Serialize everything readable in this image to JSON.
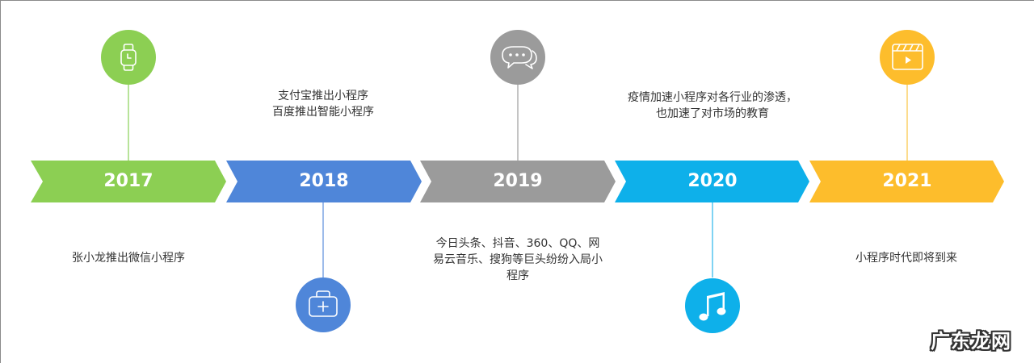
{
  "timeline": {
    "stages": [
      {
        "year": "2017",
        "color": "#8ccf53",
        "line_color": "#b8e39a",
        "icon": "smartwatch-icon",
        "icon_position": "top",
        "text_position": "bottom",
        "text_lines": [
          "张小龙推出微信小程序"
        ]
      },
      {
        "year": "2018",
        "color": "#4f86d9",
        "line_color": "#9dbbea",
        "icon": "medical-kit-icon",
        "icon_position": "bottom",
        "text_position": "top",
        "text_lines": [
          "支付宝推出小程序",
          "百度推出智能小程序"
        ]
      },
      {
        "year": "2019",
        "color": "#9b9b9b",
        "line_color": "#c4c4c4",
        "icon": "chat-bubbles-icon",
        "icon_position": "top",
        "text_position": "bottom",
        "text_lines": [
          "今日头条、抖音、360、QQ、网",
          "易云音乐、搜狗等巨头纷纷入局小",
          "程序"
        ]
      },
      {
        "year": "2020",
        "color": "#0eb0ea",
        "line_color": "#7fd3f3",
        "icon": "music-note-icon",
        "icon_position": "bottom",
        "text_position": "top",
        "text_lines": [
          "疫情加速小程序对各行业的渗透，",
          "也加速了对市场的教育"
        ]
      },
      {
        "year": "2021",
        "color": "#fdbd2c",
        "line_color": "#fcdc8e",
        "icon": "video-clapper-icon",
        "icon_position": "top",
        "text_position": "bottom",
        "text_lines": [
          "小程序时代即将到来"
        ]
      }
    ]
  },
  "watermark": "广东龙网"
}
